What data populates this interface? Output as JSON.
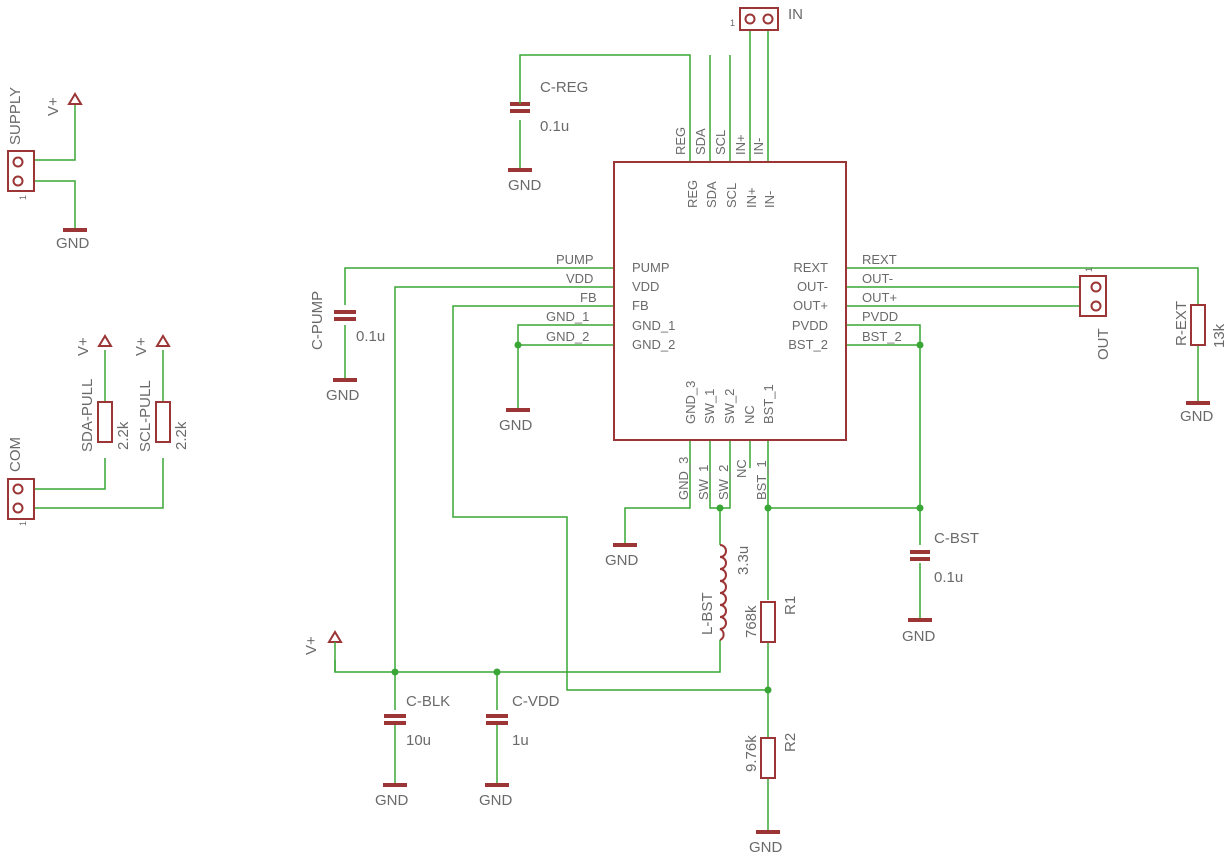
{
  "ic": {
    "pins_top": [
      "REG",
      "SDA",
      "SCL",
      "IN+",
      "IN-"
    ],
    "pins_left": [
      "PUMP",
      "VDD",
      "FB",
      "GND_1",
      "GND_2"
    ],
    "pins_right": [
      "REXT",
      "OUT-",
      "OUT+",
      "PVDD",
      "BST_2"
    ],
    "pins_bottom": [
      "GND_3",
      "SW_1",
      "SW_2",
      "NC",
      "BST_1"
    ]
  },
  "nets": {
    "gnd": "GND",
    "vplus": "V+",
    "reg": "REG",
    "sda": "SDA",
    "scl": "SCL",
    "in_p": "IN+",
    "in_m": "IN-",
    "pump": "PUMP",
    "vdd": "VDD",
    "fb": "FB",
    "gnd_1": "GND_1",
    "gnd_2": "GND_2",
    "rext": "REXT",
    "out_m": "OUT-",
    "out_p": "OUT+",
    "pvdd": "PVDD",
    "bst_2": "BST_2",
    "gnd_3": "GND_3",
    "sw_1": "SW_1",
    "sw_2": "SW_2",
    "nc": "NC",
    "bst_1": "BST_1"
  },
  "connectors": {
    "in": {
      "name": "IN",
      "pin1": "1"
    },
    "supply": {
      "name": "SUPPLY",
      "pin1": "1"
    },
    "com": {
      "name": "COM",
      "pin1": "1"
    },
    "out": {
      "name": "OUT",
      "pin1": "1"
    }
  },
  "components": {
    "c_reg": {
      "name": "C-REG",
      "value": "0.1u"
    },
    "c_pump": {
      "name": "C-PUMP",
      "value": "0.1u"
    },
    "c_bst": {
      "name": "C-BST",
      "value": "0.1u"
    },
    "c_blk": {
      "name": "C-BLK",
      "value": "10u"
    },
    "c_vdd": {
      "name": "C-VDD",
      "value": "1u"
    },
    "l_bst": {
      "name": "L-BST",
      "value": "3.3u"
    },
    "r1": {
      "name": "R1",
      "value": "768k"
    },
    "r2": {
      "name": "R2",
      "value": "9.76k"
    },
    "r_ext": {
      "name": "R-EXT",
      "value": "13k"
    },
    "sda_pull": {
      "name": "SDA-PULL",
      "value": "2.2k"
    },
    "scl_pull": {
      "name": "SCL-PULL",
      "value": "2.2k"
    }
  },
  "colors": {
    "wire": "#3aa635",
    "part": "#9c3535",
    "text": "#6a6a6a"
  }
}
